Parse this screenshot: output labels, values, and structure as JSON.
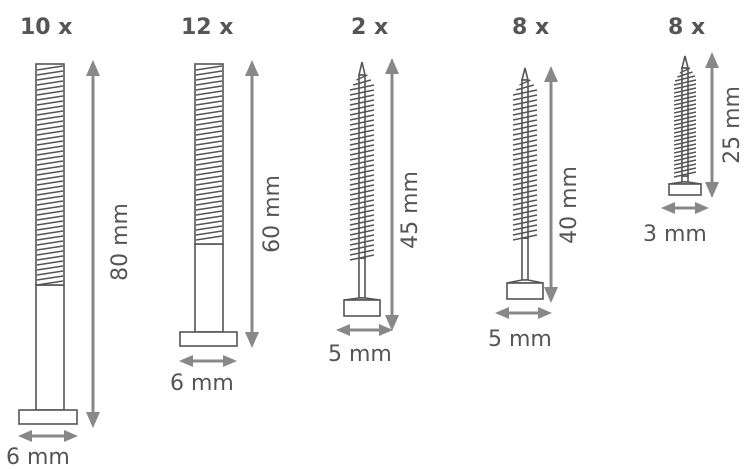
{
  "colors": {
    "text": "#555555",
    "arrow": "#888888",
    "outline": "#555555",
    "background": "#ffffff"
  },
  "items": [
    {
      "type": "bolt",
      "quantity": "10 x",
      "length_label": "80 mm",
      "width_label": "6 mm"
    },
    {
      "type": "bolt",
      "quantity": "12 x",
      "length_label": "60 mm",
      "width_label": "6 mm"
    },
    {
      "type": "screw",
      "quantity": "2 x",
      "length_label": "45 mm",
      "width_label": "5 mm"
    },
    {
      "type": "screw",
      "quantity": "8 x",
      "length_label": "40 mm",
      "width_label": "5 mm"
    },
    {
      "type": "screw",
      "quantity": "8 x",
      "length_label": "25 mm",
      "width_label": "3 mm"
    }
  ]
}
